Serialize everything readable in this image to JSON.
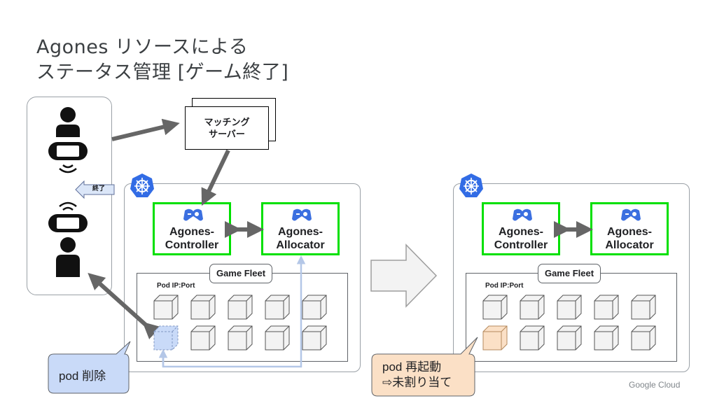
{
  "title": {
    "line1": "Agones リソースによる",
    "line2": "ステータス管理 [ゲーム終了]"
  },
  "matching_server": {
    "line1": "マッチング",
    "line2": "サーバー"
  },
  "end_label": "終了",
  "left_cluster": {
    "controller": {
      "line1": "Agones-",
      "line2": "Controller"
    },
    "allocator": {
      "line1": "Agones-",
      "line2": "Allocator"
    },
    "fleet_label": "Game Fleet",
    "pod_label": "Pod IP:Port"
  },
  "right_cluster": {
    "controller": {
      "line1": "Agones-",
      "line2": "Controller"
    },
    "allocator": {
      "line1": "Agones-",
      "line2": "Allocator"
    },
    "fleet_label": "Game Fleet",
    "pod_label": "Pod IP:Port"
  },
  "callout_delete": "pod 削除",
  "callout_restart": {
    "line1": "pod 再起動",
    "line2": "⇨未割り当て"
  },
  "footer_logo": "Google Cloud",
  "colors": {
    "accent_green": "#00e000",
    "deleted_pod": "#c9daf8",
    "restarted_pod": "#fbe0c6",
    "k8s_blue": "#326ce5"
  }
}
